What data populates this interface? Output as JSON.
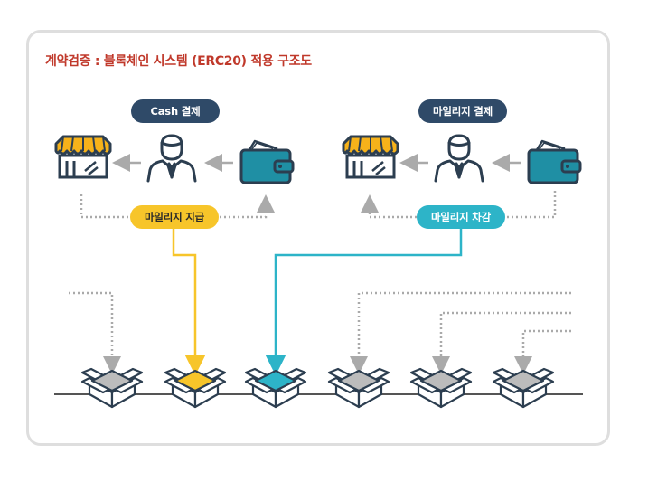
{
  "title": "계약검증 : 블록체인 시스템 (ERC20) 적용 구조도",
  "left_group": {
    "header": "Cash 결제",
    "action": "마일리지 지급"
  },
  "right_group": {
    "header": "마일리지 결제",
    "action": "마일리지 차감"
  },
  "icons": [
    "store-icon",
    "person-icon",
    "wallet-icon"
  ],
  "blocks": [
    {
      "highlight": "gray"
    },
    {
      "highlight": "yellow"
    },
    {
      "highlight": "teal"
    },
    {
      "highlight": "gray"
    },
    {
      "highlight": "gray"
    },
    {
      "highlight": "gray"
    }
  ],
  "colors": {
    "title": "#c0392b",
    "header_pill": "#2f4a68",
    "mileage_give": "#f7c52a",
    "mileage_deduct": "#2db4c8",
    "icon": "#2c3e50",
    "store_awning": "#f6b21a",
    "wallet": "#1f8fa4",
    "dotted": "#aaaaaa",
    "chain_line": "#555555",
    "block_gray": "#bcbcbc"
  }
}
